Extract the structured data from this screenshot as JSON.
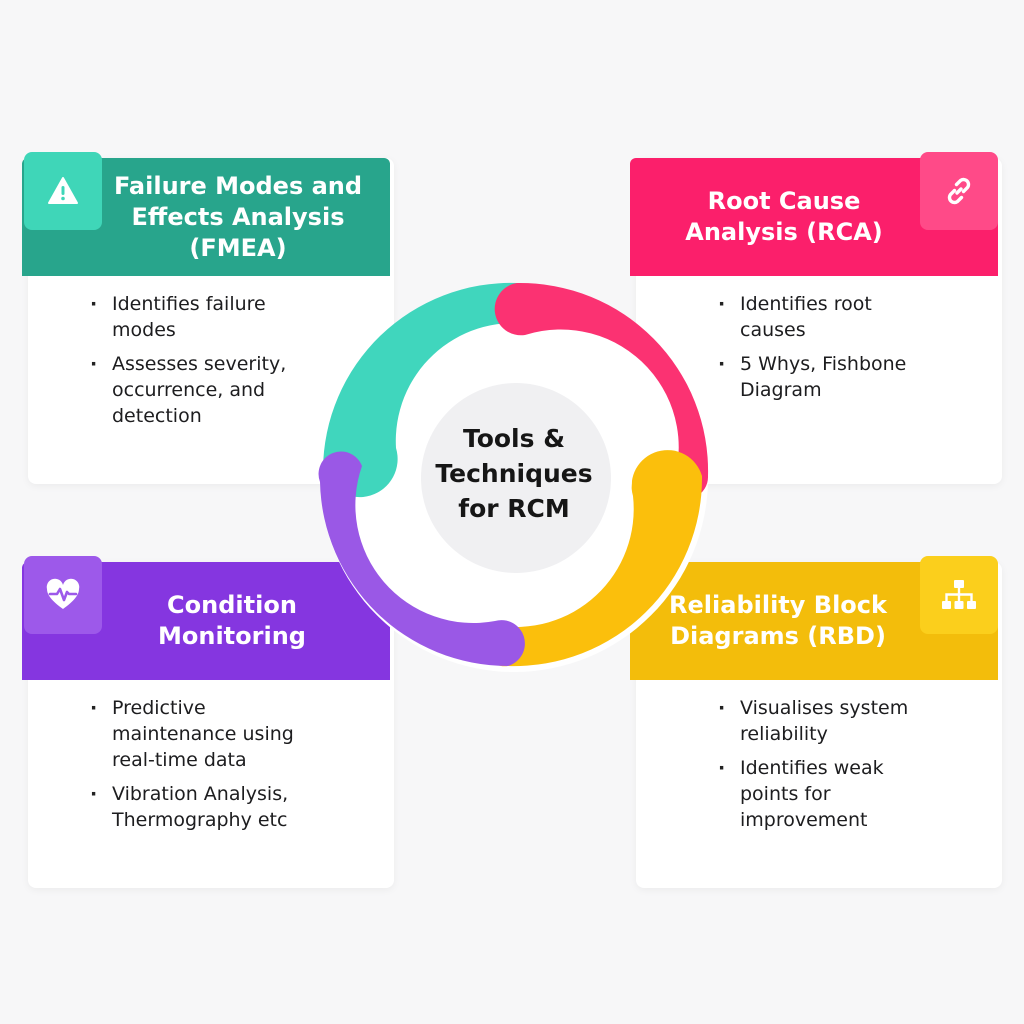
{
  "center": {
    "line1": "Tools &",
    "line2": "Techniques",
    "line3": "for RCM"
  },
  "cards": {
    "fmea": {
      "title_l1": "Failure Modes and",
      "title_l2": "Effects Analysis",
      "title_l3": "(FMEA)",
      "color": "#28a58c",
      "icon_color": "#3fd6b8",
      "icon": "warning-icon",
      "b1_l1": "Identifies failure",
      "b1_l2": "modes",
      "b2_l1": "Assesses severity,",
      "b2_l2": "occurrence, and",
      "b2_l3": "detection"
    },
    "rca": {
      "title_l1": "Root Cause",
      "title_l2": "Analysis (RCA)",
      "color": "#fb1f6b",
      "icon_color": "#ff4a88",
      "icon": "link-icon",
      "b1_l1": "Identifies root",
      "b1_l2": "causes",
      "b2_l1": "5 Whys, Fishbone",
      "b2_l2": "Diagram"
    },
    "cm": {
      "title_l1": "Condition",
      "title_l2": "Monitoring",
      "color": "#8536e0",
      "icon_color": "#9d59ea",
      "icon": "heart-pulse-icon",
      "b1_l1": "Predictive",
      "b1_l2": "maintenance using",
      "b1_l3": "real-time data",
      "b2_l1": "Vibration Analysis,",
      "b2_l2": "Thermography etc"
    },
    "rbd": {
      "title_l1": "Reliability Block",
      "title_l2": "Diagrams (RBD)",
      "color": "#f3bd0b",
      "icon_color": "#fbcf1c",
      "icon": "hierarchy-icon",
      "b1_l1": "Visualises system",
      "b1_l2": "reliability",
      "b2_l1": "Identifies weak",
      "b2_l2": "points for",
      "b2_l3": "improvement"
    }
  },
  "ring_colors": {
    "teal": "#40d6bd",
    "pink": "#fb3272",
    "yellow": "#fbbf0c",
    "purple": "#9a58e6"
  }
}
